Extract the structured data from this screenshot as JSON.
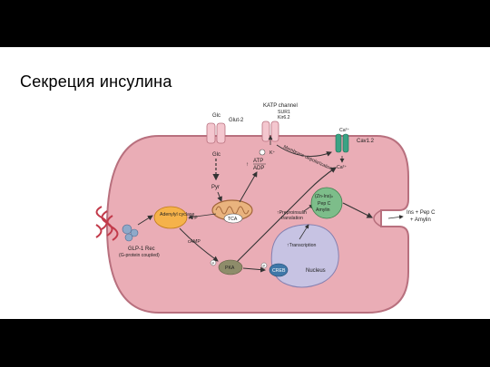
{
  "slide_title": "Секреция инсулина",
  "colors": {
    "cell_fill": "#eaadb6",
    "cell_stroke": "#b8707e",
    "nucleus": "#c7c3e3",
    "enzyme": "#f5b24a",
    "pka": "#8e8c6a",
    "creb": "#3f77a8",
    "granule": "#7dbd8a",
    "receptor": "#c23a4a",
    "arrow": "#333333"
  },
  "labels": {
    "glc_outside": "Glc",
    "glut2": "Glut-2",
    "glc_inside": "Glc",
    "pyr": "Pyr",
    "tca": "TCA",
    "katp_channel": "KATP channel",
    "sur1": "SUR1",
    "kir62": "Kir6.2",
    "k_plus": "K⁺",
    "atp_ratio_up": "↑",
    "atp": "ATP",
    "adp": "ADP",
    "membrane_depolarization": "Membrane depolarization",
    "ca_outside": "Ca²⁺",
    "cav12": "Cav1.2",
    "ca_inside": "Ca²⁺",
    "adenylyl_cyclase": "Adenylyl cyclase",
    "atp_small": "ATP",
    "camp": "cAMP",
    "glp1_rec": "GLP-1 Rec",
    "g_protein": "(G-protein coupled)",
    "pka": "PKA",
    "creb": "CREB",
    "p1": "P",
    "p2": "P",
    "preproinsulin": "↑Preproinsulin translation",
    "granule_text_1": "(Zn-Ins)ₙ",
    "granule_text_2": "Pep C",
    "granule_text_3": "Amylin",
    "transcription": "↑Transcription",
    "nucleus": "Nucleus",
    "secretion_1": "Ins + Pep C",
    "secretion_2": "+ Amylin"
  }
}
